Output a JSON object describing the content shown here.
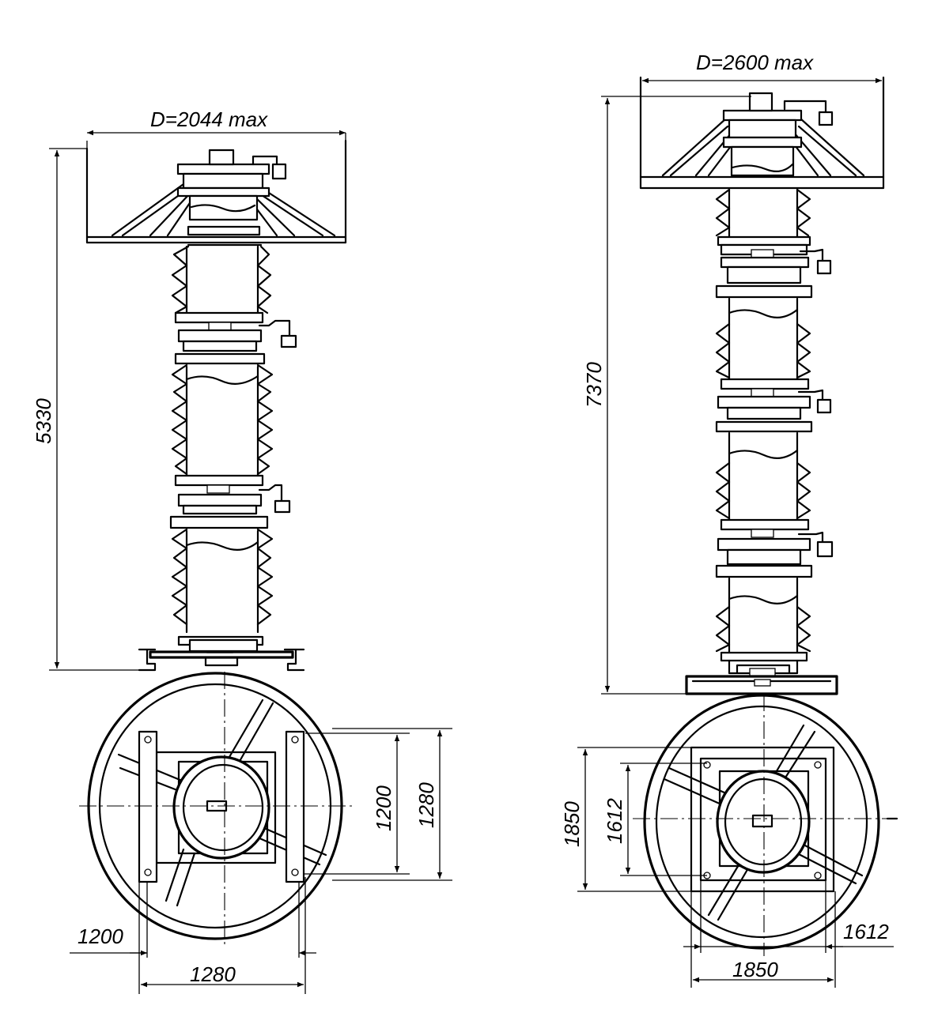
{
  "left_assembly": {
    "top_diameter_label": "D=2044 max",
    "height_label": "5330",
    "base_inner_h_label": "1200",
    "base_outer_h_label": "1280",
    "base_inner_w_label": "1200",
    "base_outer_w_label": "1280"
  },
  "right_assembly": {
    "top_diameter_label": "D=2600 max",
    "height_label": "7370",
    "base_outer_h_label": "1850",
    "base_inner_h_label": "1612",
    "base_inner_w_label": "1612",
    "base_outer_w_label": "1850"
  }
}
